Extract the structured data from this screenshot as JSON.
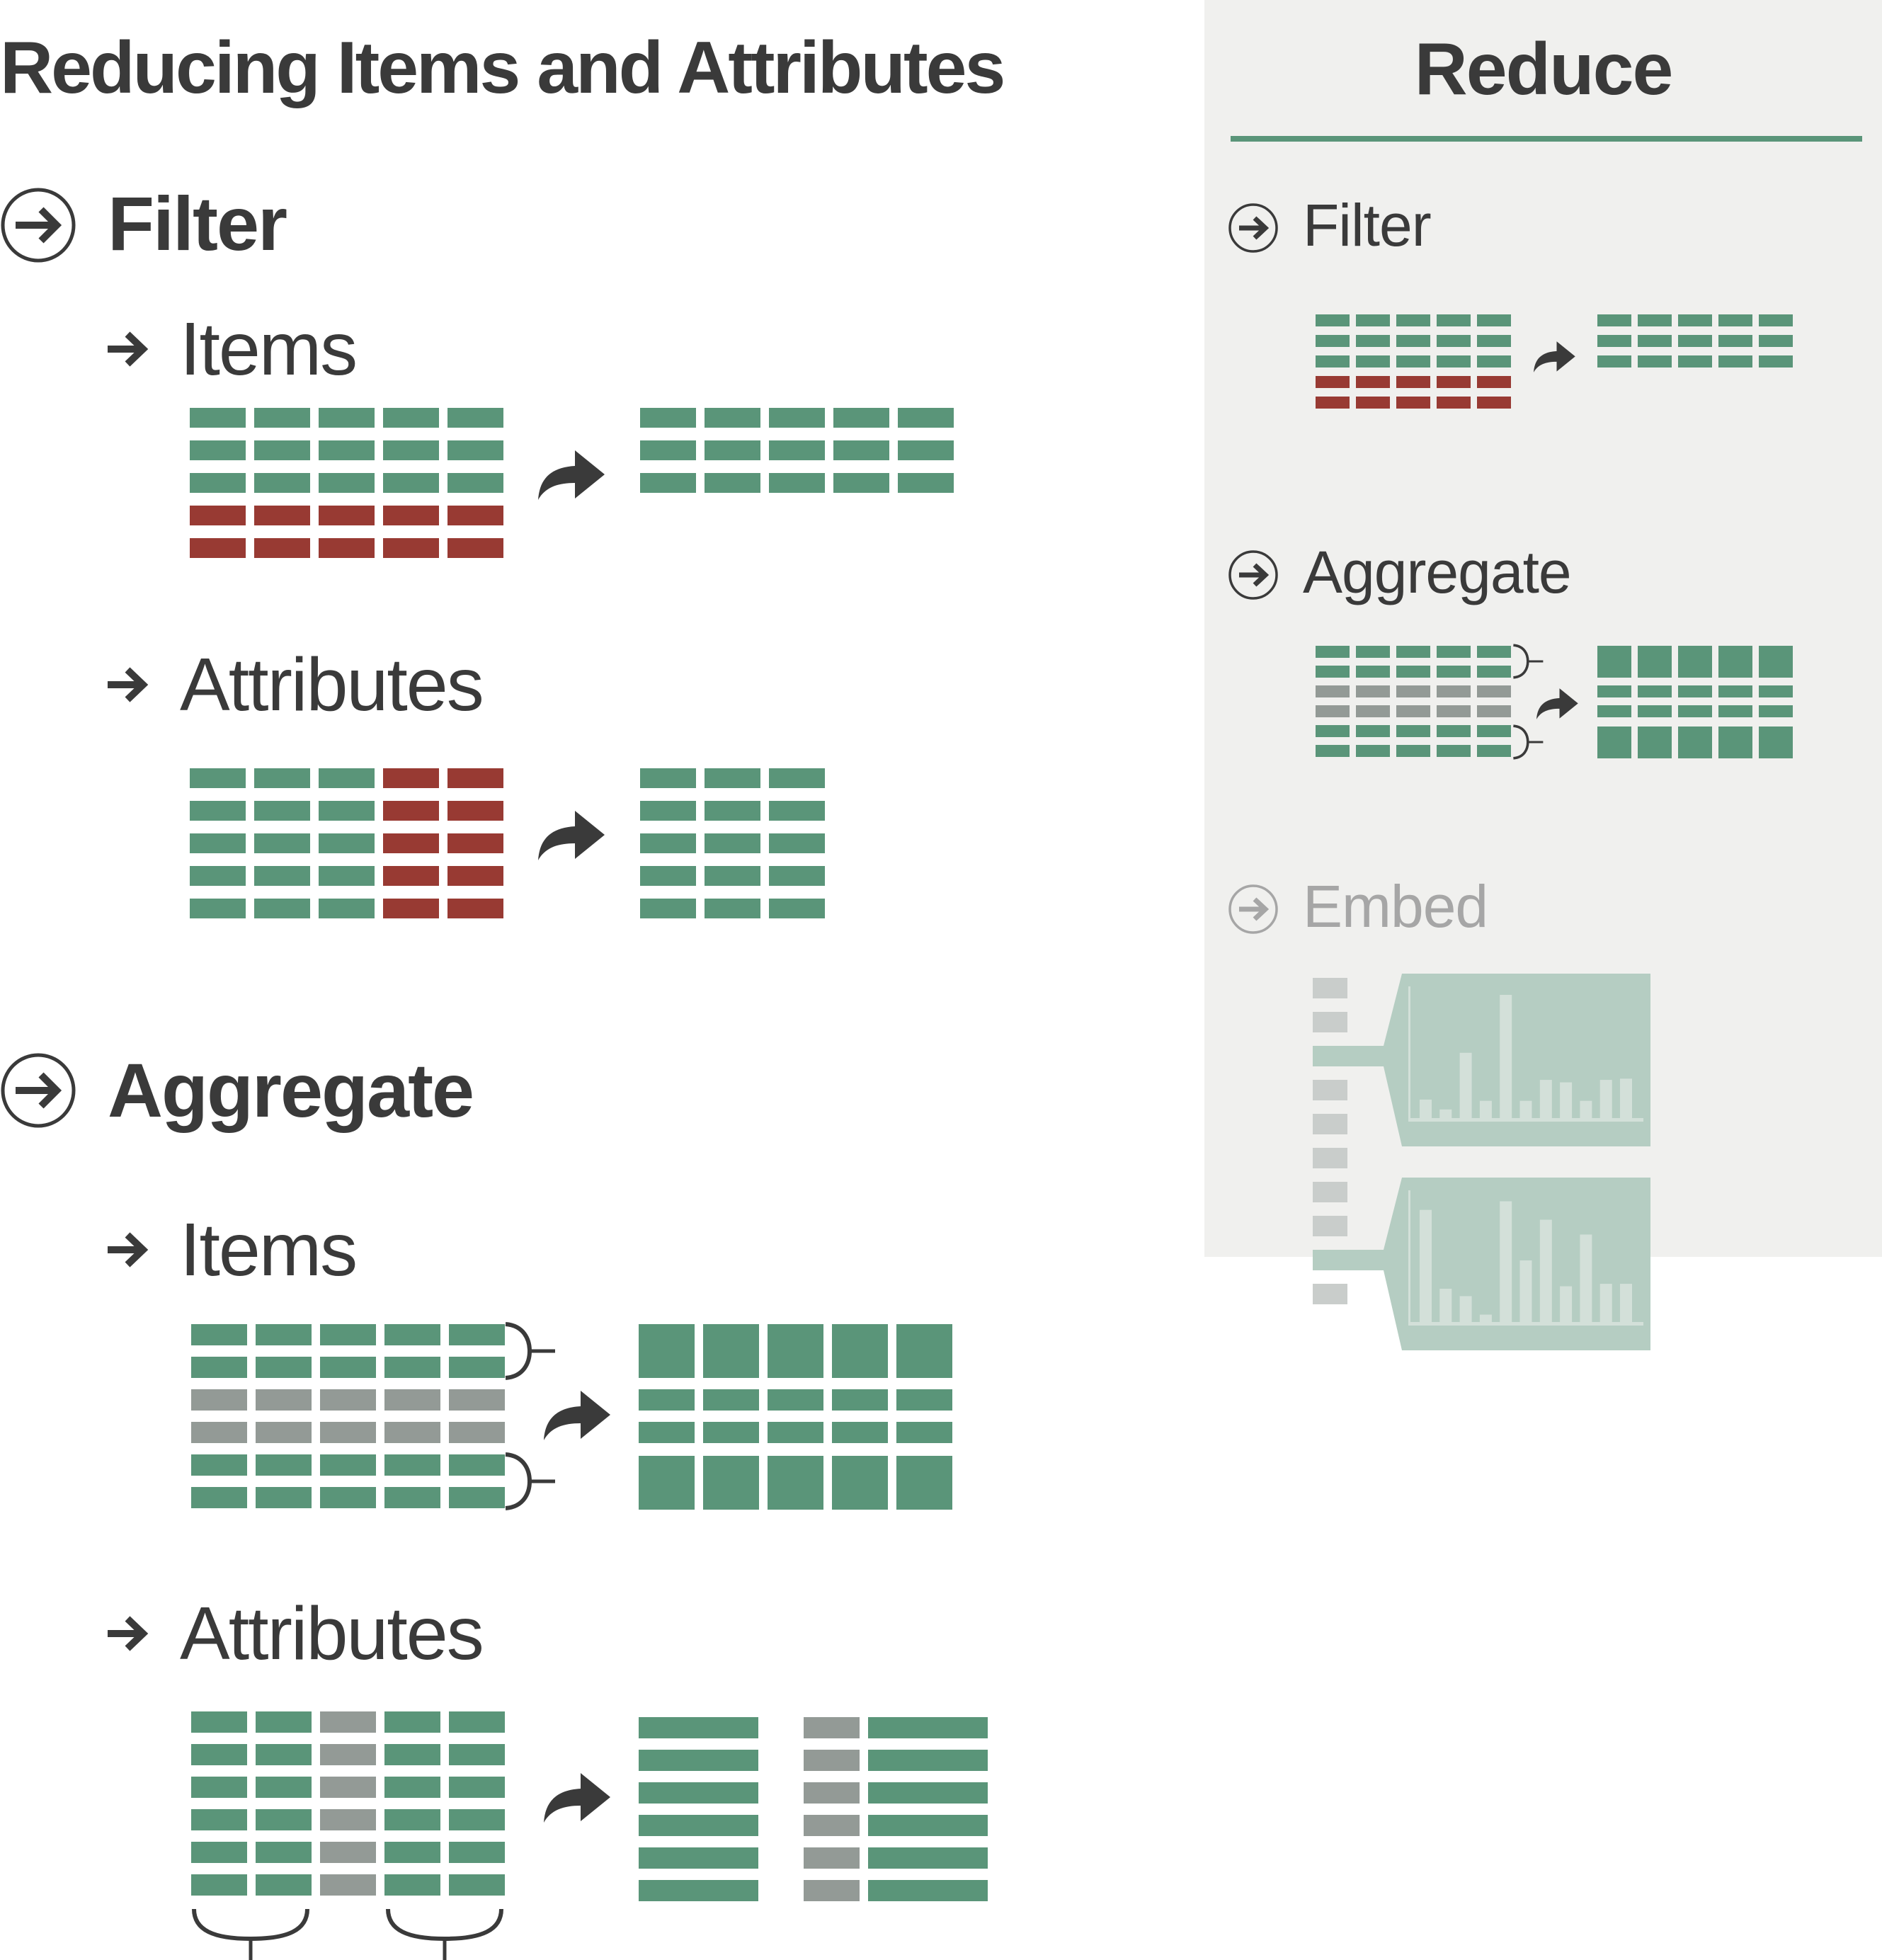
{
  "title": "Reducing Items and Attributes",
  "colors": {
    "keep": "#5a9579",
    "remove": "#983a33",
    "aggregate_source": "#939a96",
    "text": "#3a3a3a",
    "panel_bg": "#f0f0ee",
    "embed_text": "#a6a6a6",
    "embed_fill": "#b5cdc2",
    "embed_bar": "#d3e0d9",
    "embed_item": "#c9cdcb"
  },
  "sections": [
    {
      "label": "Filter",
      "icon": "circle-arrow-right-icon",
      "subsections": [
        {
          "label": "Items",
          "icon": "arrow-right-icon"
        },
        {
          "label": "Attributes",
          "icon": "arrow-right-icon"
        }
      ]
    },
    {
      "label": "Aggregate",
      "icon": "circle-arrow-right-icon",
      "subsections": [
        {
          "label": "Items",
          "icon": "arrow-right-icon"
        },
        {
          "label": "Attributes",
          "icon": "arrow-right-icon"
        }
      ]
    }
  ],
  "panel": {
    "title": "Reduce",
    "items": [
      {
        "label": "Filter",
        "icon": "circle-arrow-right-icon",
        "state": "active"
      },
      {
        "label": "Aggregate",
        "icon": "circle-arrow-right-icon",
        "state": "active"
      },
      {
        "label": "Embed",
        "icon": "circle-arrow-right-icon",
        "state": "dimmed"
      }
    ],
    "embed_histograms": [
      {
        "bars": [
          0.15,
          0.07,
          0.53,
          0.14,
          1.0,
          0.14,
          0.31,
          0.29,
          0.14,
          0.31,
          0.32
        ]
      },
      {
        "bars": [
          0.91,
          0.27,
          0.21,
          0.06,
          0.98,
          0.5,
          0.83,
          0.29,
          0.71,
          0.31,
          0.31
        ]
      }
    ]
  }
}
